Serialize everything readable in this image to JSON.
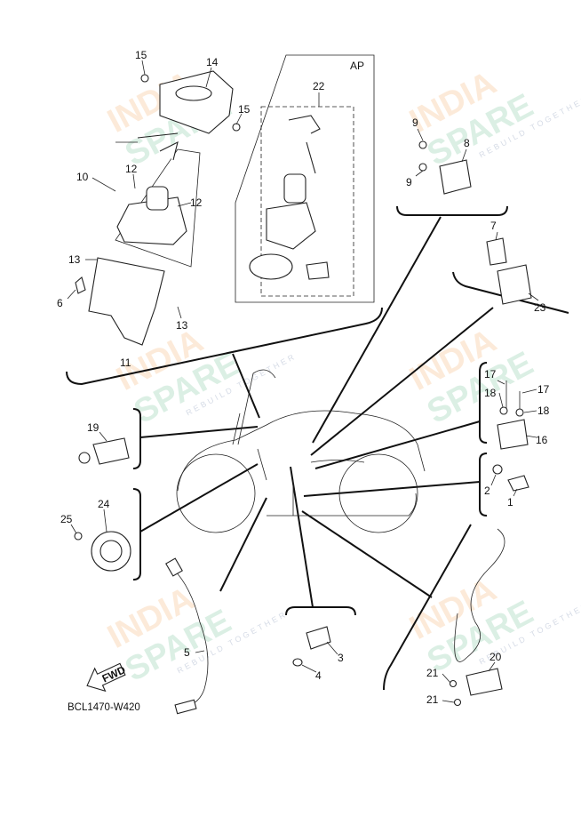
{
  "diagram": {
    "title_code": "BCL1470-W420",
    "fwd_label": "FWD",
    "ap_label": "AP",
    "watermark": {
      "line1": "INDIA",
      "line2": "SPARE",
      "tagline": "REBUILD TOGETHER"
    },
    "callouts": [
      "15",
      "14",
      "15",
      "10",
      "12",
      "12",
      "13",
      "6",
      "13",
      "11",
      "22",
      "9",
      "8",
      "9",
      "7",
      "23",
      "17",
      "17",
      "18",
      "18",
      "16",
      "19",
      "2",
      "1",
      "24",
      "25",
      "5",
      "3",
      "4",
      "20",
      "21",
      "21"
    ]
  }
}
